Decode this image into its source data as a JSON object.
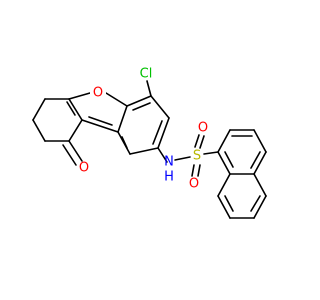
{
  "atoms": {
    "oxygen_furan": {
      "text": "O",
      "color": "#ff0000"
    },
    "oxygen_ketone": {
      "text": "O",
      "color": "#ff0000"
    },
    "chlorine": {
      "text": "Cl",
      "color": "#00c000"
    },
    "sulfur": {
      "text": "S",
      "color": "#b8b800"
    },
    "nitrogen": {
      "text": "N",
      "color": "#0000ff"
    },
    "hydrogen": {
      "text": "H",
      "color": "#0000ff"
    },
    "oxygen_sulfonyl_top": {
      "text": "O",
      "color": "#ff0000"
    },
    "oxygen_sulfonyl_bottom": {
      "text": "O",
      "color": "#ff0000"
    }
  }
}
